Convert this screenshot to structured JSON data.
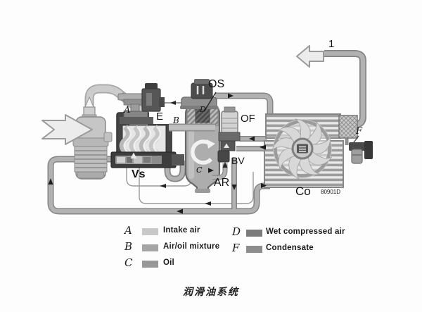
{
  "diagram": {
    "labels": {
      "a": "A",
      "e": "E",
      "b": "B",
      "vs": "Vs",
      "os": "OS",
      "d": "D",
      "of": "OF",
      "bv": "BV",
      "c": "C",
      "ar": "AR",
      "co": "Co",
      "drawing_no": "80901D",
      "f": "F",
      "outlet": "1"
    }
  },
  "legend": {
    "items": [
      {
        "key": "A",
        "label": "Intake air",
        "color": "#c8c8c8"
      },
      {
        "key": "B",
        "label": "Air/oil mixture",
        "color": "#a5a5a5"
      },
      {
        "key": "C",
        "label": "Oil",
        "color": "#989898"
      },
      {
        "key": "D",
        "label": "Wet compressed air",
        "color": "#7b7b7b"
      },
      {
        "key": "F",
        "label": "Condensate",
        "color": "#8d8d8d"
      }
    ]
  },
  "caption": "润滑油系统"
}
